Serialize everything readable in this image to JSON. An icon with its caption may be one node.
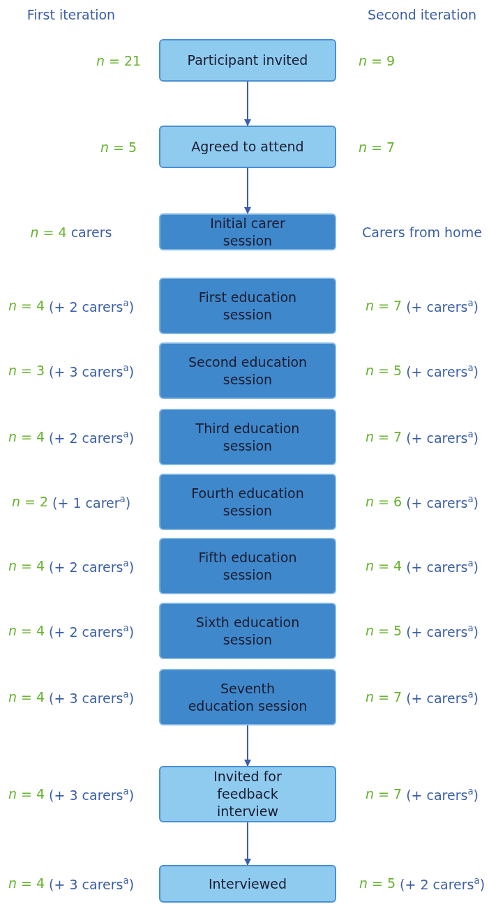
{
  "diagram": {
    "nodes": [
      {
        "text": [
          "Participant invited"
        ],
        "beside": [
          "*n* = 21",
          "*n* = 9"
        ]
      },
      {
        "text": [
          "Agreed to attend"
        ],
        "beside": [
          "*n* = 5",
          "*n* = 7"
        ]
      },
      {
        "text": [
          "Initial carer session"
        ],
        "beside": [
          "*n* = 4",
          "carers",
          "Carers from home"
        ]
      },
      {
        "text": [
          "First education session"
        ],
        "beside": [
          "*n* = 4",
          "(+ 2 carers$^{a}$)",
          "*n* = 7",
          "(+ carers$^{a}$)"
        ]
      },
      {
        "text": [
          "Second education session"
        ],
        "beside": [
          "*n* = 3",
          "(+ 3 carers$^{a}$)",
          "*n* = 5",
          "(+ carers$^{a}$)"
        ]
      },
      {
        "text": [
          "Third education session"
        ],
        "beside": [
          "*n* = 4",
          "(+ 2 carers$^{a}$)",
          "*n* = 7",
          "(+ carers$^{a}$)"
        ]
      },
      {
        "text": [
          "Fourth education session"
        ],
        "beside": [
          "*n* = 2",
          "(+ 1 carer$^{a}$)",
          "*n* = 6",
          "(+ carers$^{a}$)"
        ]
      },
      {
        "text": [
          "Fifth education session"
        ],
        "beside": [
          "*n* = 4",
          "(+ 2 carers$^{a}$)",
          "*n* = 4",
          "(+ carers$^{a}$)"
        ]
      },
      {
        "text": [
          "Sixth education session"
        ],
        "beside": [
          "*n* = 4",
          "(+ 2 carers$^{a}$)",
          "*n* = 5",
          "(+ carers$^{a}$)"
        ]
      },
      {
        "text": [
          "Seventh education session"
        ],
        "beside": [
          "*n* = 4",
          "(+ 3 carers$^{a}$)",
          "*n* = 7",
          "(+ carers$^{a}$)"
        ]
      },
      {
        "text": [
          "Invited for feedback interview"
        ],
        "beside": [
          "*n* = 4",
          "(+ 3 carers$^{a}$)",
          "*n* = 7",
          "(+ carers$^{a}$)"
        ]
      },
      {
        "text": [
          "Interviewed"
        ],
        "beside": [
          "*n* = 4",
          "(+ 3 carers$^{a}$)",
          "*n* = 5",
          "(+ 2 carers$^{a}$)"
        ]
      }
    ],
    "edges": [
      {
        "from": 0,
        "to": 1,
        "arrow": "to"
      },
      {
        "from": 1,
        "to": 2,
        "arrow": "to"
      },
      {
        "from": 9,
        "to": 10,
        "arrow": "to"
      },
      {
        "from": 10,
        "to": 11,
        "arrow": "to"
      }
    ],
    "labels": [
      "First iteration",
      "Second iteration"
    ]
  }
}
